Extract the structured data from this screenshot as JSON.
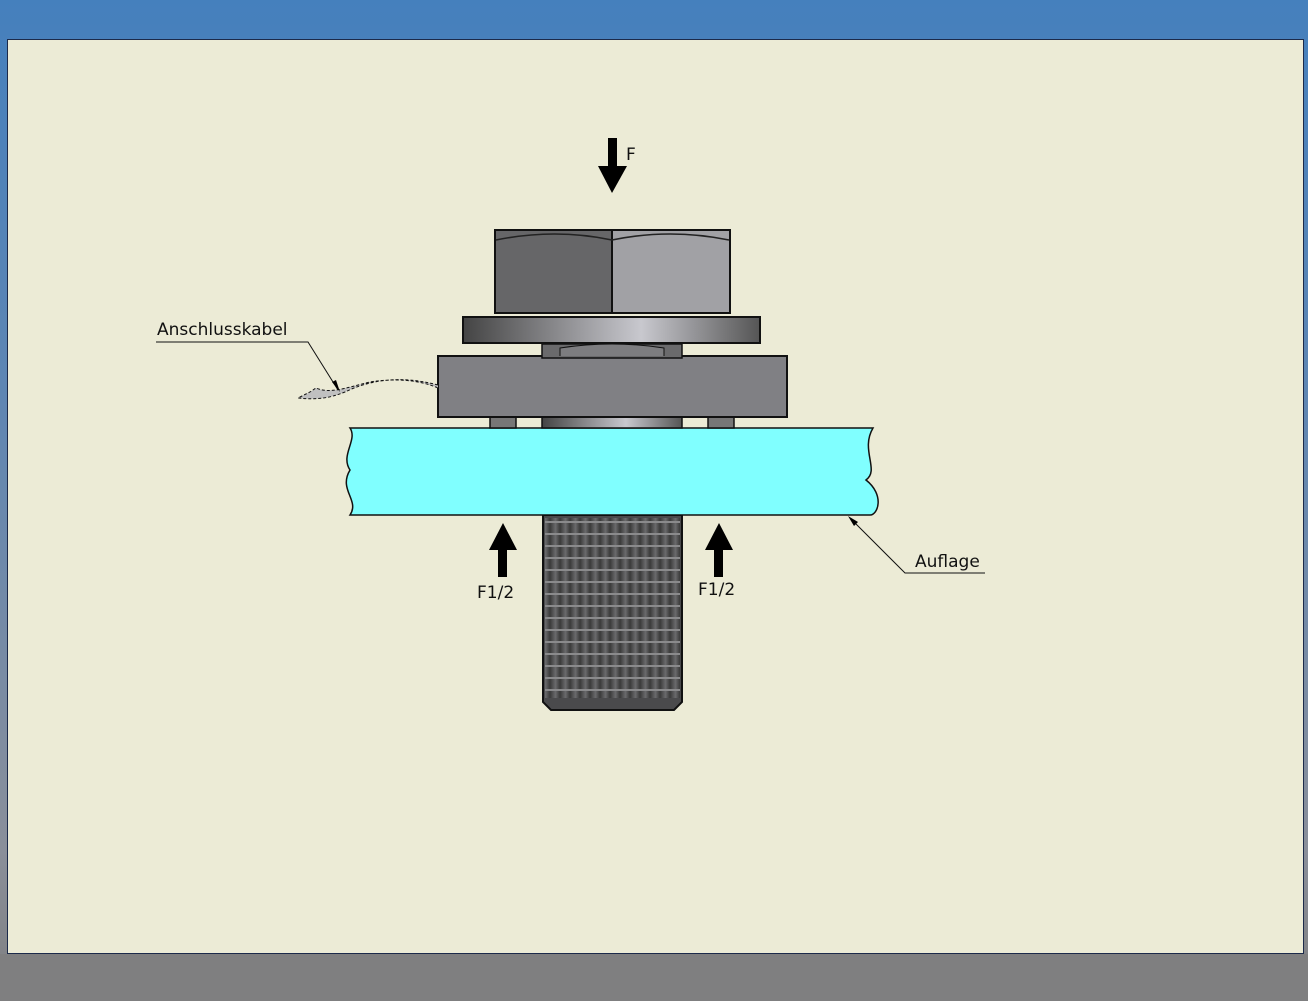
{
  "labels": {
    "force_top": "F",
    "force_left": "F1/2",
    "force_right": "F1/2",
    "cable": "Anschlusskabel",
    "support": "Auflage"
  },
  "colors": {
    "support_plate": "#80ffff",
    "sheet": "#ecebd6"
  }
}
